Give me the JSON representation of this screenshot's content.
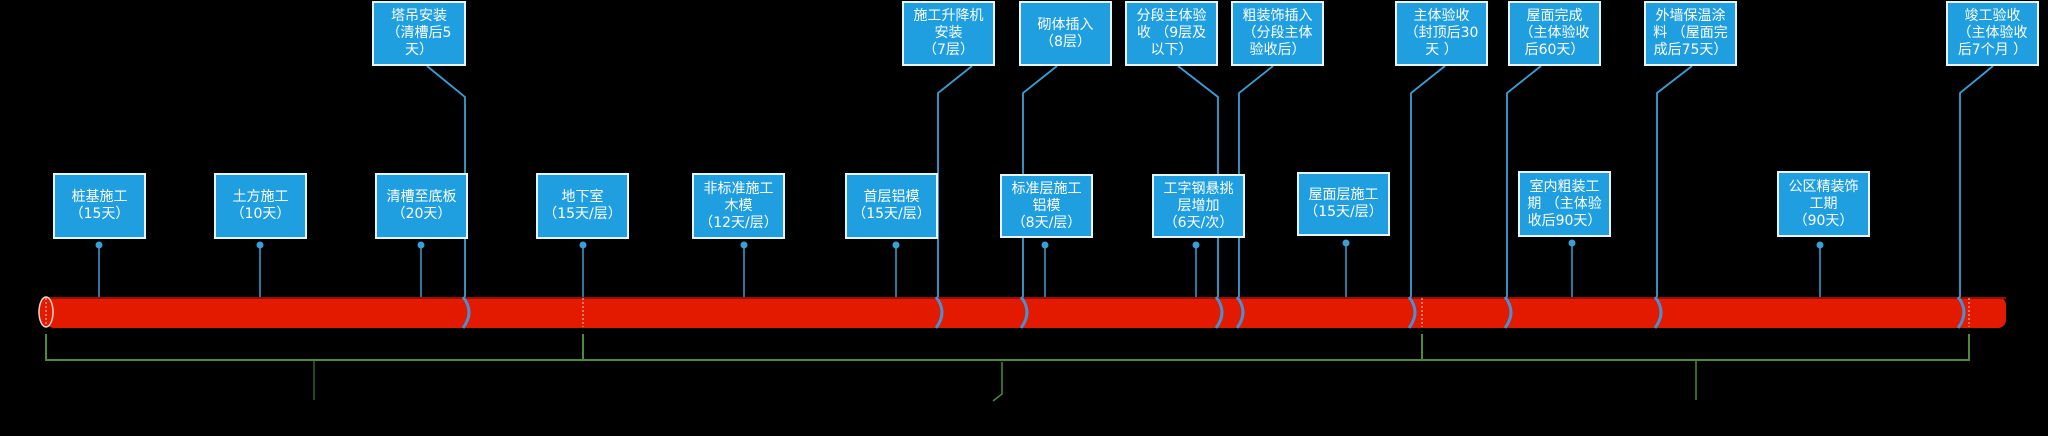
{
  "title": "施工进度时间轴",
  "colors": {
    "background": "#000000",
    "bar": "#e31900",
    "box_fill": "#1f9fe0",
    "box_border": "#e8f4fb",
    "connector": "#3a9fd6",
    "bracket": "#4f8a3c"
  },
  "phases": [
    {
      "label": "桩基施工\n（15天）"
    },
    {
      "label": "土方施工\n（10天）"
    },
    {
      "label": "清槽至底板\n（20天）"
    },
    {
      "label": "地下室\n（15天/层）"
    },
    {
      "label": "非标准施工\n木模\n（12天/层）"
    },
    {
      "label": "首层铝模\n（15天/层）"
    },
    {
      "label": "标准层施工\n铝模\n（8天/层）"
    },
    {
      "label": "工字钢悬挑\n层增加\n（6天/次）"
    },
    {
      "label": "屋面层施工\n（15天/层）"
    },
    {
      "label": "室内粗装工\n期 （主体验\n收后90天）"
    },
    {
      "label": "公区精装饰\n工期\n（90天）"
    }
  ],
  "milestones": [
    {
      "label": "塔吊安装\n（清槽后5\n天）"
    },
    {
      "label": "施工升降机\n安装\n（7层）"
    },
    {
      "label": "砌体插入\n（8层）"
    },
    {
      "label": "分段主体验\n收 （9层及\n以下）"
    },
    {
      "label": "粗装饰插入\n（分段主体\n验收后）"
    },
    {
      "label": "主体验收\n（封顶后30\n天 ）"
    },
    {
      "label": "屋面完成\n（主体验收\n后60天）"
    },
    {
      "label": "外墙保温涂\n料 （屋面完\n成后75天）"
    },
    {
      "label": "竣工验收\n（主体验收\n后7个月 ）"
    }
  ]
}
